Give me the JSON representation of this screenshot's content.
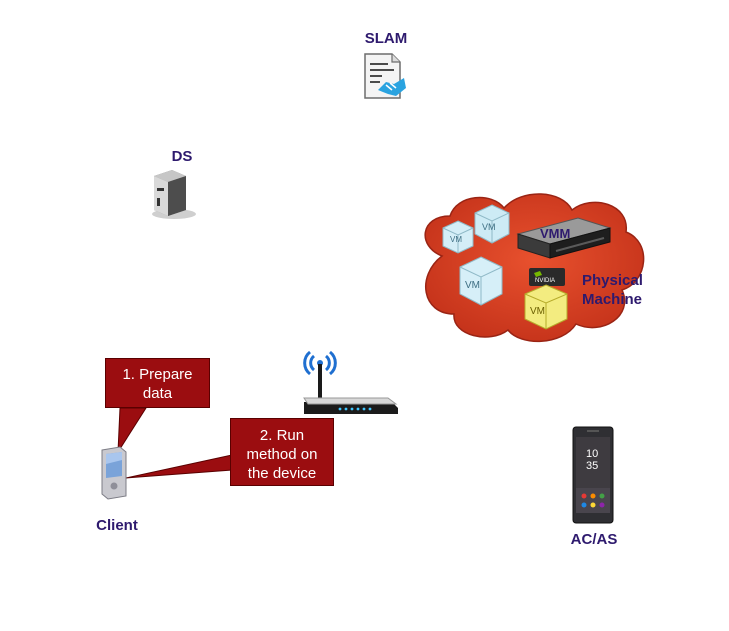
{
  "nodes": {
    "slam": {
      "label": "SLAM"
    },
    "ds": {
      "label": "DS"
    },
    "client": {
      "label": "Client"
    },
    "acas": {
      "label": "AC/AS"
    },
    "physical_machine": {
      "label_line1": "Physical",
      "label_line2": "Machine"
    },
    "vmm": {
      "label": "VMM"
    },
    "vm_labels": [
      "VM",
      "VM",
      "VM",
      "VM"
    ],
    "gpu": {
      "brand": "NVIDIA"
    },
    "phone_screen": {
      "time_top": "10",
      "time_bottom": "35"
    }
  },
  "callouts": {
    "prepare": {
      "line1": "1. Prepare",
      "line2": "data"
    },
    "run": {
      "line1": "2. Run",
      "line2": "method on",
      "line3": "the device"
    }
  },
  "colors": {
    "label": "#2e1a6e",
    "callout_fill": "#9b0d10",
    "cloud_fill": "#d63a1e",
    "vm_cube": "#bfe6f2",
    "gpu_cube": "#f0ea7a",
    "wifi": "#1f6fd0"
  }
}
